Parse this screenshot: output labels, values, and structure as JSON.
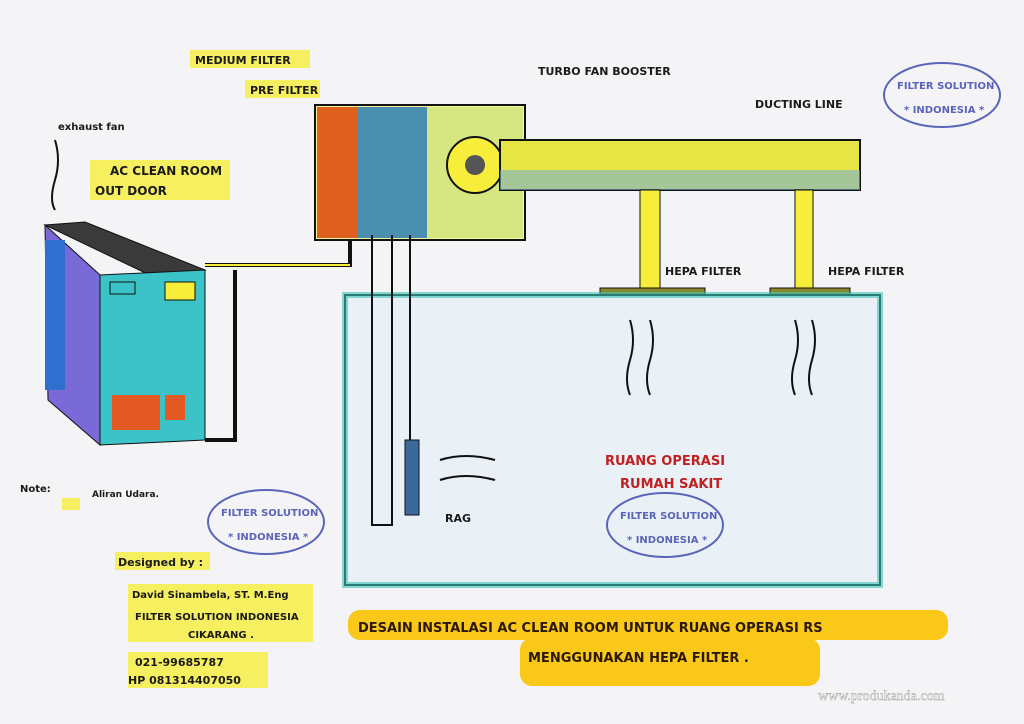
{
  "labels": {
    "medium_filter": "MEDIUM FILTER",
    "pre_filter": "PRE FILTER",
    "turbo_fan": "TURBO FAN BOOSTER",
    "ducting_line": "DUCTING LINE",
    "exhaust_fan": "exhaust fan",
    "ac_line1": "AC CLEAN ROOM",
    "ac_line2": "OUT DOOR",
    "hepa_left": "HEPA FILTER",
    "hepa_right": "HEPA FILTER",
    "room_line1": "RUANG OPERASI",
    "room_line2": "RUMAH SAKIT",
    "rag": "RAG"
  },
  "note": {
    "prefix": "Note:",
    "text": "Aliran Udara."
  },
  "designer": {
    "heading": "Designed by :",
    "name": "David Sinambela, ST. M.Eng",
    "company": "FILTER SOLUTION INDONESIA",
    "city": "CIKARANG .",
    "phone": "021-99685787",
    "hp": "HP 081314407050"
  },
  "title": {
    "line1": "DESAIN INSTALASI AC CLEAN ROOM UNTUK RUANG OPERASI RS",
    "line2": "MENGGUNAKAN HEPA FILTER ."
  },
  "stamp": {
    "top": "FILTER SOLUTION",
    "bottom": "* INDONESIA *"
  },
  "watermark": "www.produkanda.com"
}
